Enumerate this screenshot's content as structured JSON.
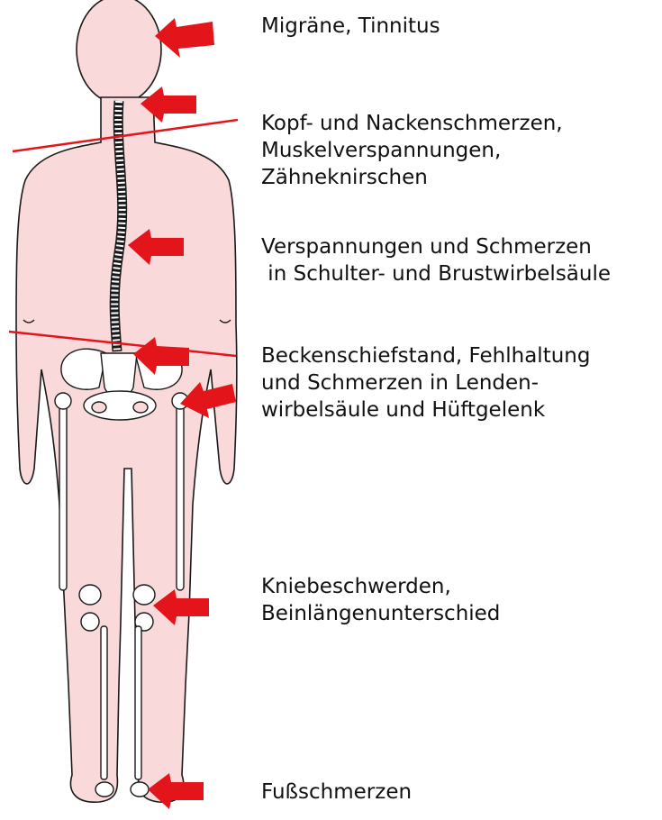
{
  "colors": {
    "body_fill": "#f9d9d9",
    "outline": "#1a1a1a",
    "arrow": "#e3151b",
    "line": "#e3151b",
    "bone": "#ffffff"
  },
  "labels": [
    {
      "id": "head",
      "text": "Migräne, Tinnitus"
    },
    {
      "id": "neck",
      "text": "Kopf- und Nackenschmerzen,\nMuskelverspannungen,\nZähneknirschen"
    },
    {
      "id": "spine",
      "text": "Verspannungen und Schmerzen\n in Schulter- und Brustwirbelsäule"
    },
    {
      "id": "pelvis",
      "text": "Beckenschiefstand, Fehlhaltung\nund Schmerzen in Lenden-\nwirbelsäule und Hüftgelenk"
    },
    {
      "id": "knee",
      "text": "Kniebeschwerden,\nBeinlängenunterschied"
    },
    {
      "id": "foot",
      "text": "Fußschmerzen"
    }
  ]
}
